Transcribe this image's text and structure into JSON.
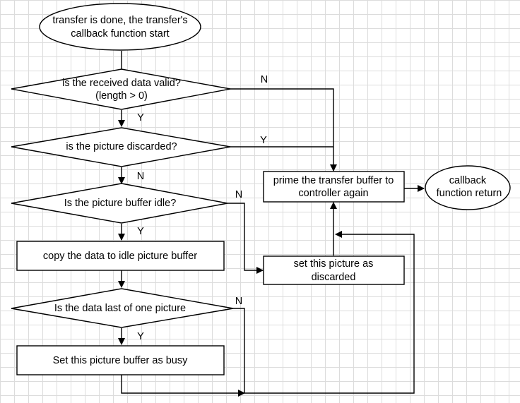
{
  "nodes": {
    "start": {
      "lines": [
        "transfer is done, the transfer's",
        "callback function start"
      ]
    },
    "data_valid": {
      "lines": [
        "is the received data valid?",
        "(length > 0)"
      ]
    },
    "picture_discarded": {
      "lines": [
        "is the picture discarded?"
      ]
    },
    "buffer_idle": {
      "lines": [
        "Is the picture buffer idle?"
      ]
    },
    "copy_data": {
      "lines": [
        "copy the data to idle picture buffer"
      ]
    },
    "data_last": {
      "lines": [
        "Is the data last of one picture"
      ]
    },
    "set_busy": {
      "lines": [
        "Set this picture buffer as busy"
      ]
    },
    "prime_buffer": {
      "lines": [
        "prime the transfer buffer to",
        "controller again"
      ]
    },
    "set_discarded": {
      "lines": [
        "set this picture as",
        "discarded"
      ]
    },
    "end": {
      "lines": [
        "callback",
        "function return"
      ]
    }
  },
  "edge_labels": {
    "valid_no": "N",
    "valid_yes": "Y",
    "discarded_yes": "Y",
    "discarded_no": "N",
    "idle_no": "N",
    "idle_yes": "Y",
    "last_no": "N",
    "last_yes": "Y"
  }
}
